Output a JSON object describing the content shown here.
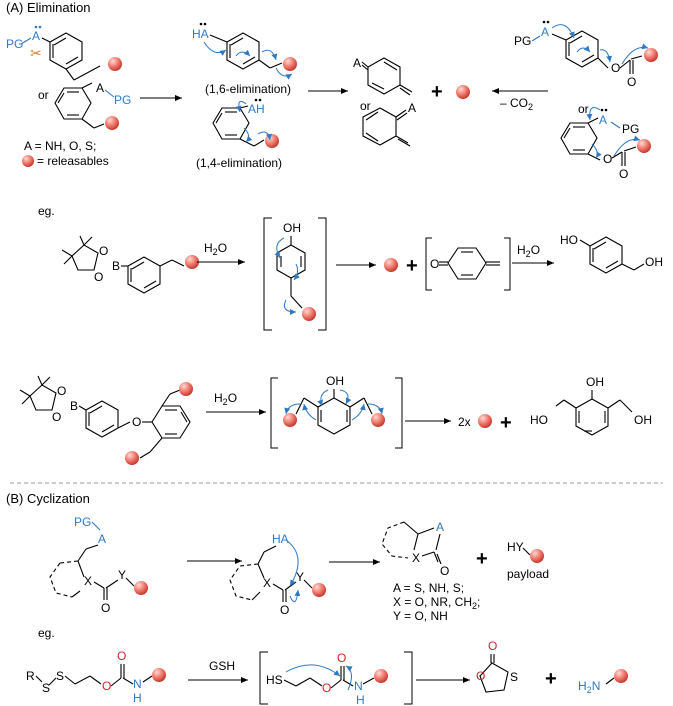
{
  "sections": {
    "elimination_title": "(A) Elimination",
    "cyclization_title": "(B) Cyclization"
  },
  "labels": {
    "pg": "PG",
    "a": "A",
    "ha": "HA",
    "ah": "AH",
    "or": "or",
    "a_def": "A = NH, O, S;",
    "releasables": "= releasables",
    "elim16": "(1,6-elimination)",
    "elim14": "(1,4-elimination)",
    "minus_co2": "– CO",
    "co2_sub": "2",
    "eg": "eg.",
    "h2o2": "H",
    "h2o2_sub": "2",
    "h2o2_o": "O",
    "h2o": "H",
    "h2o_sub": "2",
    "h2o_o": "O",
    "oh": "OH",
    "ho": "HO",
    "o": "O",
    "b": "B",
    "two_x": "2x",
    "plus": "+",
    "x": "X",
    "y": "Y",
    "hy": "HY",
    "payload": "payload",
    "cyc_def1": "A = S, NH, S;",
    "cyc_def2": "X = O, NR, CH",
    "cyc_def2_sub": "2",
    "cyc_def2_end": ";",
    "cyc_def3": "Y = O, NH",
    "gsh": "GSH",
    "r": "R",
    "s": "S",
    "hs": "HS",
    "n": "N",
    "h": "H",
    "h2n": "H",
    "h2n_sub": "2",
    "h2n_n": "N"
  },
  "colors": {
    "accent_blue": "#2f79c4",
    "releasable_red": "#e8675f"
  }
}
